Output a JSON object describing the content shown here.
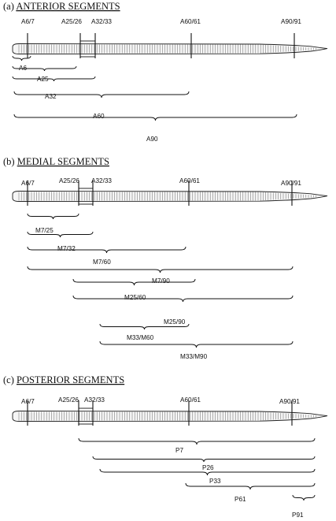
{
  "sections": [
    {
      "id": "anterior",
      "title_prefix": "(a) ",
      "title": "ANTERIOR SEGMENTS",
      "markers": [
        "A6/7",
        "A25/26",
        "A32/33",
        "A60/61",
        "A90/91"
      ],
      "ranges": [
        "A6",
        "A25",
        "A32",
        "A60",
        "A90"
      ]
    },
    {
      "id": "medial",
      "title_prefix": "(b) ",
      "title": "MEDIAL SEGMENTS",
      "markers": [
        "A6/7",
        "A25/26",
        "A32/33",
        "A60/61",
        "A90/91"
      ],
      "ranges": [
        "M7/25",
        "M7/32",
        "M7/60",
        "M7/90",
        "M25/60",
        "M25/90",
        "M33/M60",
        "M33/M90"
      ]
    },
    {
      "id": "posterior",
      "title_prefix": "(c) ",
      "title": "POSTERIOR SEGMENTS",
      "markers": [
        "A6/7",
        "A25/26",
        "A32/33",
        "A60/61",
        "A90/91"
      ],
      "ranges": [
        "P7",
        "P26",
        "P33",
        "P61",
        "P91"
      ]
    }
  ],
  "colors": {
    "ink": "#111111",
    "worm_fill": "#f6f6f6",
    "background": "#ffffff"
  }
}
